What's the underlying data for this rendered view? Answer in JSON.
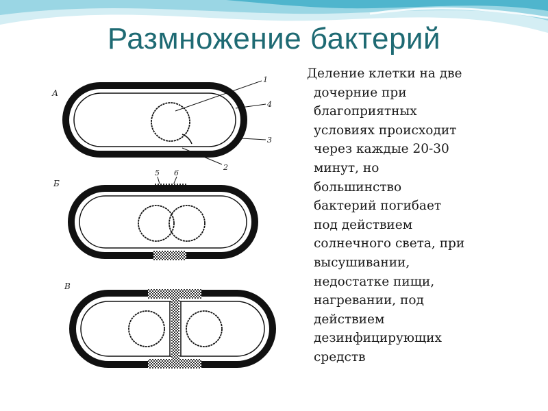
{
  "slide": {
    "title": "Размножение бактерий",
    "body_lines": [
      "Деление клетки на две",
      "дочерние при",
      "благоприятных",
      "условиях происходит",
      "через каждые 20-30",
      "минут, но",
      "большинство",
      "бактерий погибает",
      "под действием",
      "солнечного света, при",
      "высушивании,",
      "недостатке пищи,",
      "нагревании, под",
      "действием",
      "дезинфицирующих",
      "средств"
    ]
  },
  "figure": {
    "panel_labels": [
      "А",
      "Б",
      "В"
    ],
    "callout_numbers": [
      "1",
      "4",
      "3",
      "2",
      "5",
      "6"
    ]
  },
  "colors": {
    "title": "#1e6a73",
    "wave_light": "#bfe6ef",
    "wave_mid": "#7fcbdc",
    "wave_dark": "#39a9c4",
    "cell_wall": "#111111"
  }
}
